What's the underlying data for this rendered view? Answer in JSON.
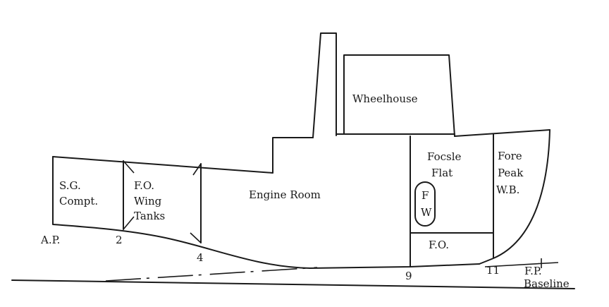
{
  "diagram": {
    "compartments": {
      "wheelhouse": "Wheelhouse",
      "sg_compt_1": "S.G.",
      "sg_compt_2": "Compt.",
      "fo_wing_1": "F.O.",
      "fo_wing_2": "Wing",
      "fo_wing_3": "Tanks",
      "engine_room": "Engine Room",
      "focsle_1": "Focsle",
      "focsle_2": "Flat",
      "fore_peak_1": "Fore",
      "fore_peak_2": "Peak",
      "fore_peak_3": "W.B.",
      "fw_1": "F",
      "fw_2": "W",
      "fo_tank": "F.O."
    },
    "markers": {
      "ap": "A.P.",
      "frame_2": "2",
      "frame_4": "4",
      "frame_9": "9",
      "frame_11": "11",
      "fp": "F.P.",
      "baseline": "Baseline"
    }
  }
}
